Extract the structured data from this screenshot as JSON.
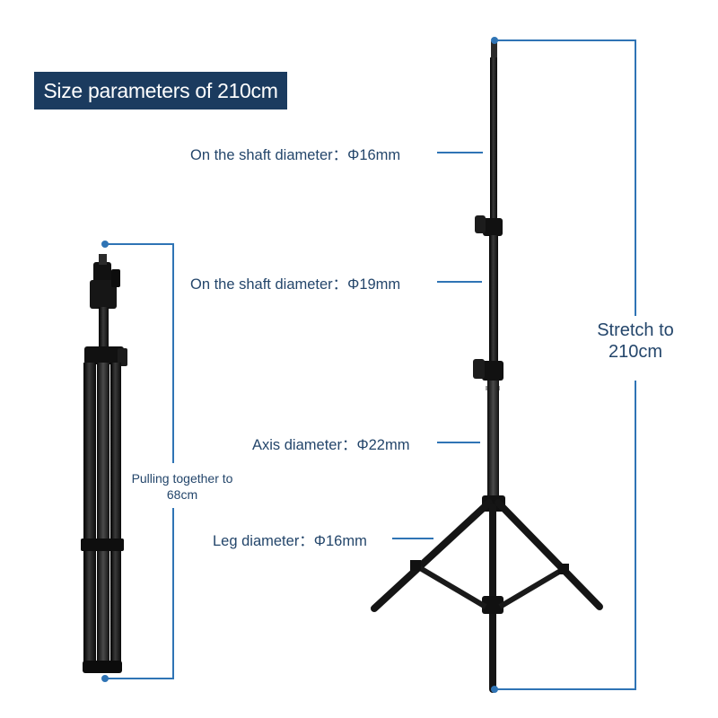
{
  "title": "Size parameters of 210cm",
  "specs": {
    "top_shaft": "On the shaft diameter：Φ16mm",
    "middle_shaft": "On the shaft diameter：Φ19mm",
    "axis": "Axis diameter：Φ22mm",
    "leg": "Leg diameter：Φ16mm"
  },
  "stretch": {
    "line1": "Stretch to",
    "line2": "210cm"
  },
  "folded": {
    "line1": "Pulling together to",
    "line2": "68cm"
  },
  "colors": {
    "banner": "#1b3b5f",
    "text": "#24466b",
    "dimension_line": "#2f74b5",
    "stand_metal": "#1a1a1a"
  }
}
